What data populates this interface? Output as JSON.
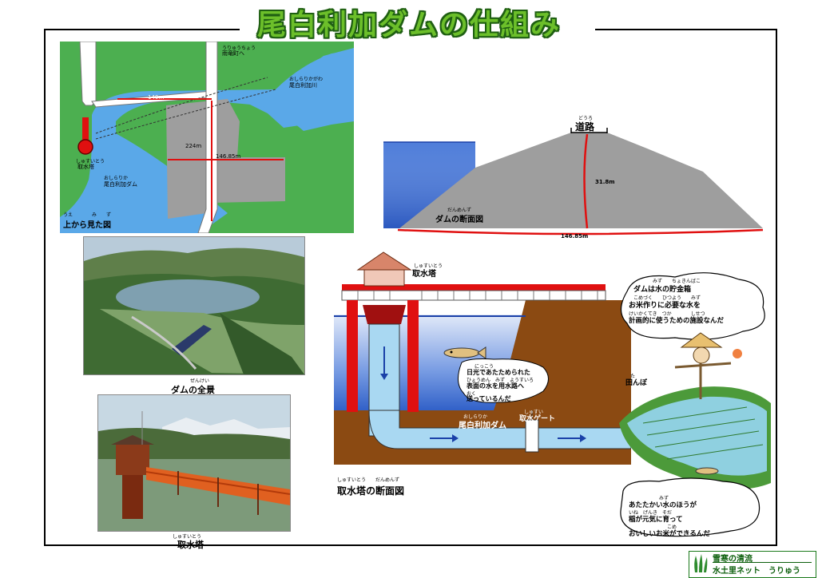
{
  "title": "尾白利加ダムの仕組み",
  "plan": {
    "road_ruby": "うりゅうちょう",
    "road_label": "雨竜町へ",
    "river_ruby": "おしらりかがわ",
    "river_label": "尾白利加川",
    "dim_top": "140m",
    "dim_height": "224m",
    "dim_width": "146.85m",
    "tower_ruby": "しゅすいとう",
    "tower_label": "取水塔",
    "dam_ruby": "おしらりか",
    "dam_label": "尾白利加ダム",
    "caption_ruby": "うえ　　　　み　　ず",
    "caption": "上から見た図"
  },
  "section": {
    "road_ruby": "どうろ",
    "road_label": "道路",
    "height": "31.8m",
    "caption_ruby": "だんめんず",
    "caption": "ダムの断面図",
    "base_width": "146.85m"
  },
  "photos": {
    "overview_ruby": "ぜんけい",
    "overview_caption": "ダムの全景",
    "tower_ruby": "しゅすいとう",
    "tower_caption": "取水塔"
  },
  "intake": {
    "tower_ruby": "しゅすいとう",
    "tower_label": "取水塔",
    "fish_note_ruby1": "にっこう",
    "fish_note_1": "日光であたためられた",
    "fish_note_ruby2": "ひょうめん　みず　ようすいろ",
    "fish_note_2": "表面の水を用水路へ",
    "fish_note_ruby3": "おく",
    "fish_note_3": "送っているんだ",
    "dam_ruby": "おしらりか",
    "dam_label": "尾白利加ダム",
    "gate_ruby": "しゅすい",
    "gate_label": "取水ゲート",
    "caption_ruby": "しゅすいとう　　だんめんず",
    "caption": "取水塔の断面図"
  },
  "farm": {
    "bubble_ruby1": "みず　　ちょきんばこ",
    "bubble_line1": "ダムは水の貯金箱",
    "bubble_ruby2": "こめづく　　ひつよう　　みず",
    "bubble_line2": "お米作りに必要な水を",
    "bubble_ruby3": "けいかくてき　つか　　　　しせつ",
    "bubble_line3": "計画的に使うための施設なんだ",
    "field_ruby": "た",
    "field_label": "田んぼ",
    "bubble2_ruby1": "みず",
    "bubble2_line1": "あたたかい水のほうが",
    "bubble2_ruby2": "いね　げんき　そだ",
    "bubble2_line2": "稲が元気に育って",
    "bubble2_ruby3": "こめ",
    "bubble2_line3": "おいしいお米ができるんだ"
  },
  "footer": {
    "line1": "雪寒の清流",
    "line2": "水土里ネット　うりゅう"
  },
  "colors": {
    "title_fill": "#6cbf2a",
    "water": "#5aa8e8",
    "land": "#4caf50",
    "dam_gray": "#9e9e9e",
    "red": "#e01010",
    "soil": "#8b4a12"
  }
}
